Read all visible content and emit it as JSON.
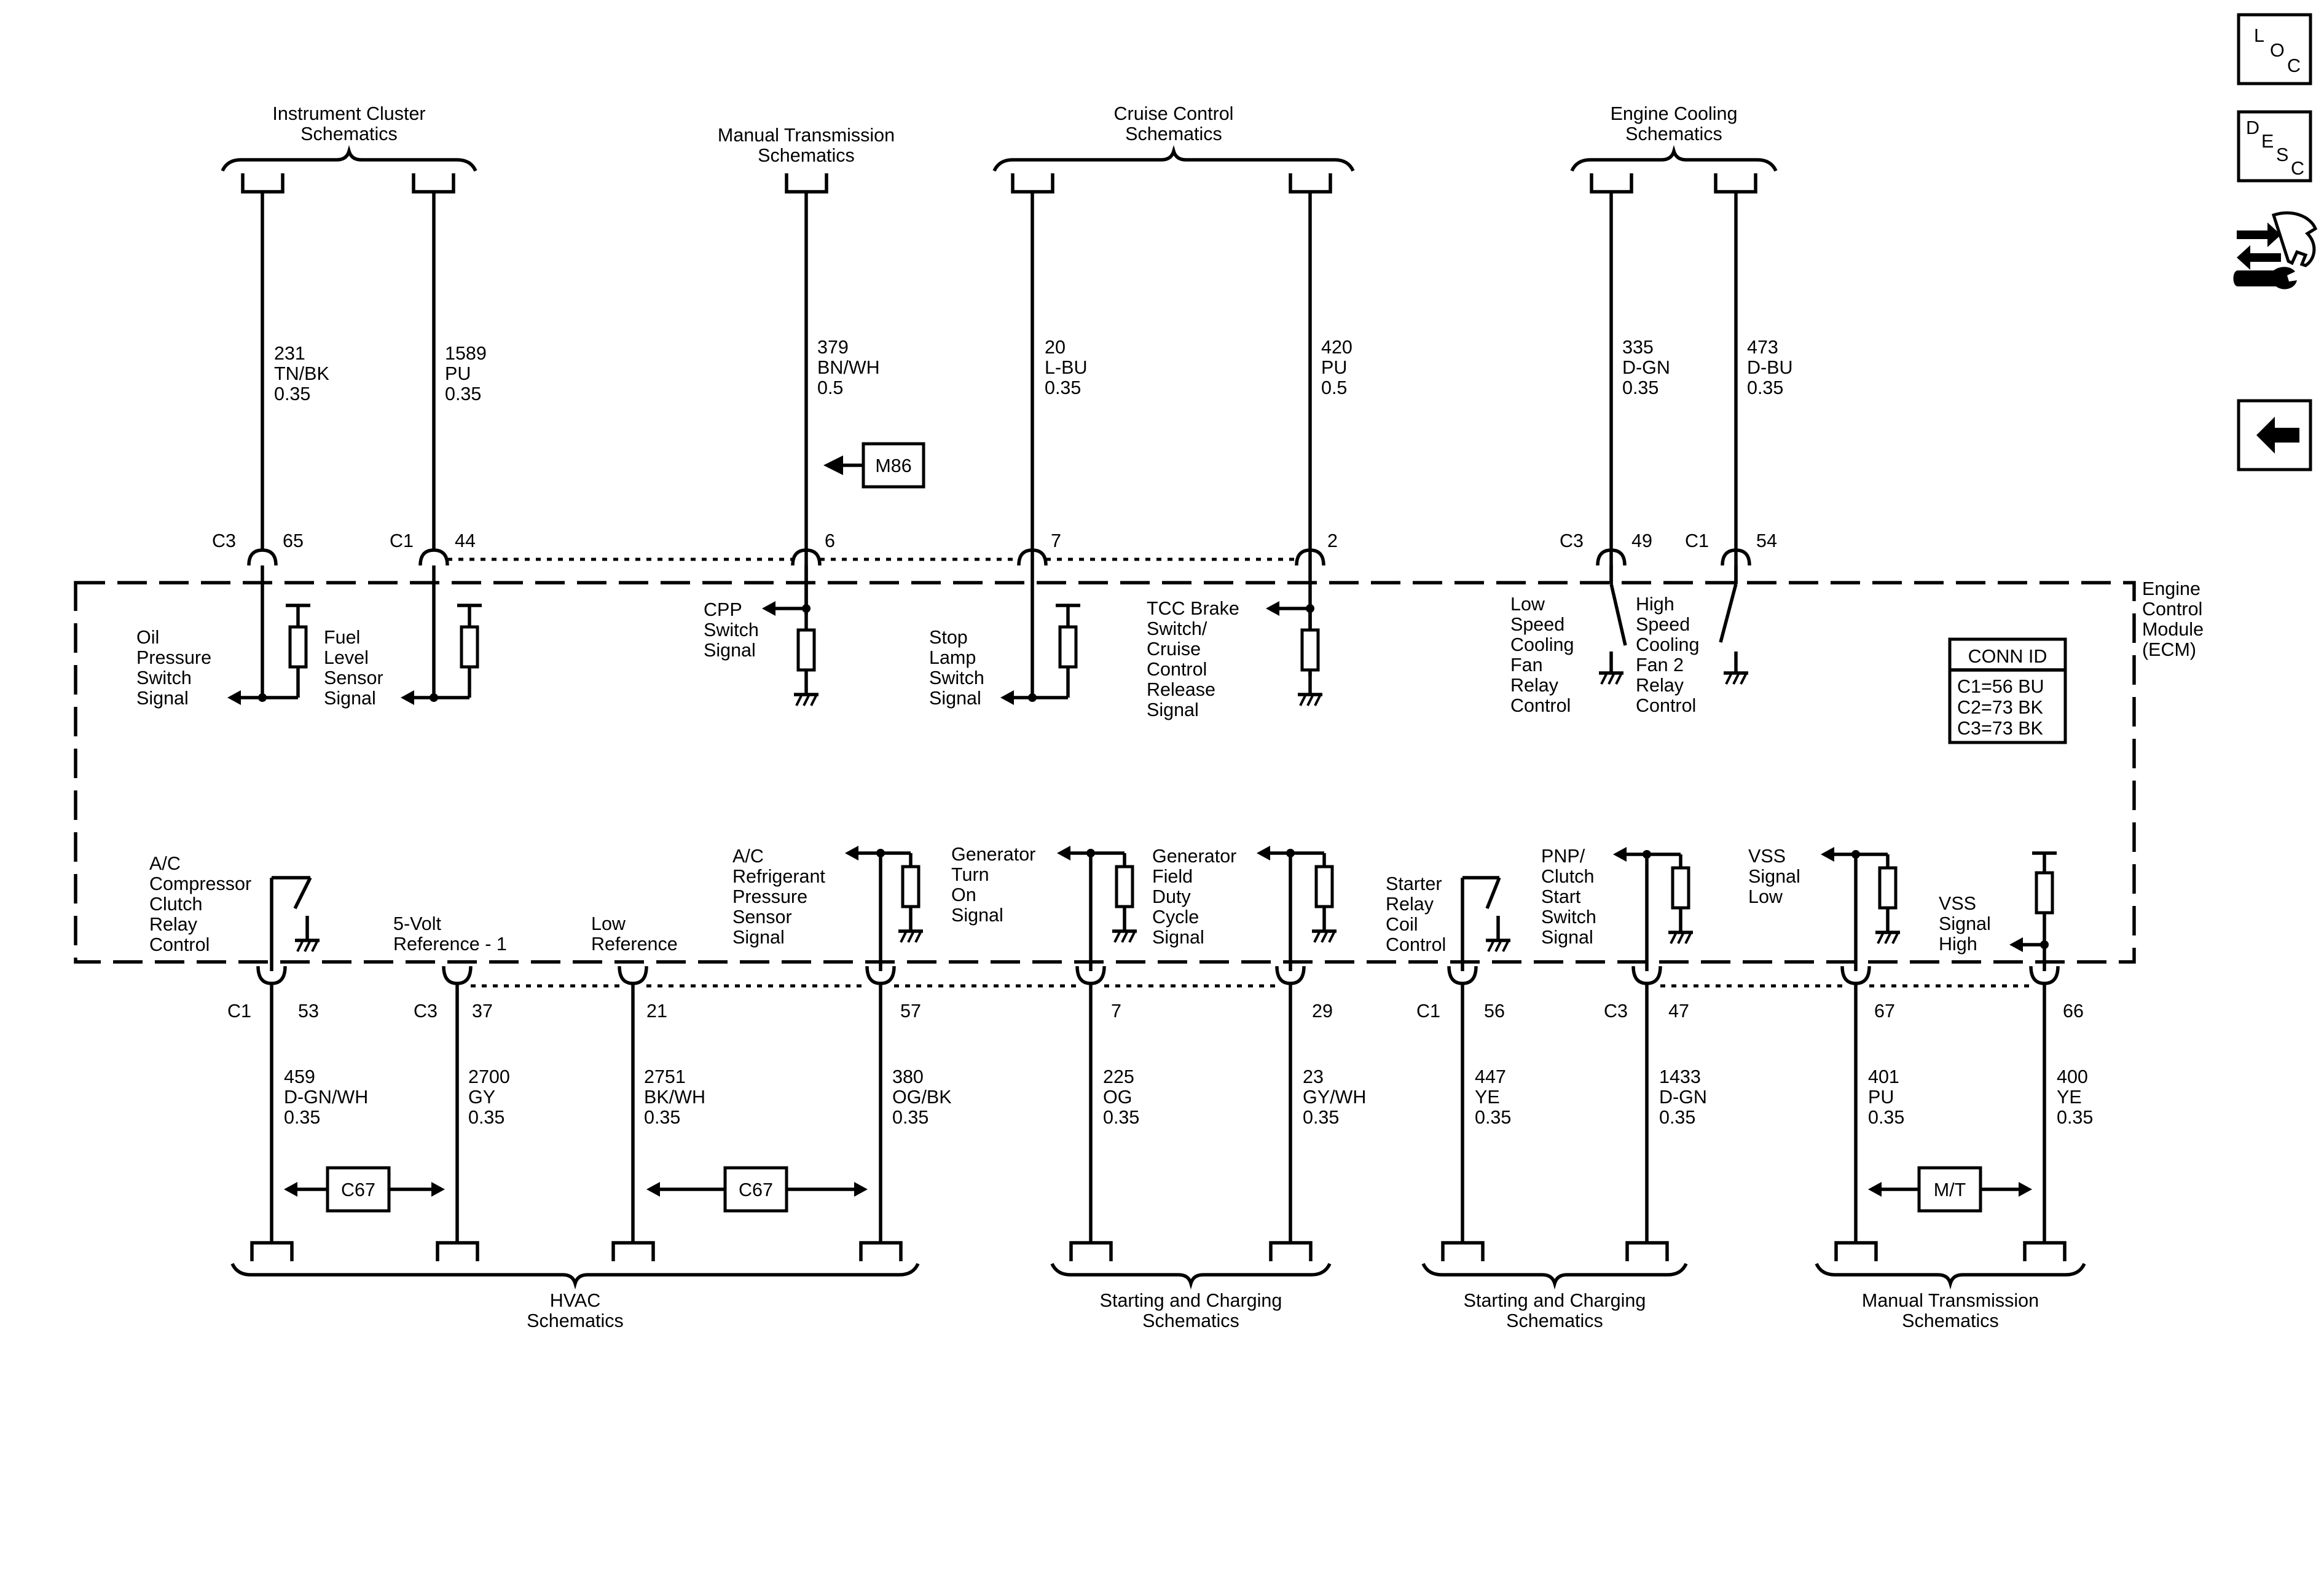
{
  "colors": {
    "ink": "#000000",
    "background": "#ffffff"
  },
  "nav": {
    "loc_label": [
      "L",
      "O",
      "C"
    ],
    "desc_label": [
      "D",
      "E",
      "S",
      "C"
    ],
    "tools_icon": "wrench-arrows-icon",
    "back_icon": "arrow-left-icon"
  },
  "ecm": {
    "label": [
      "Engine",
      "Control",
      "Module",
      "(ECM)"
    ]
  },
  "conn_id": {
    "title": "CONN ID",
    "rows": [
      "C1=56 BU",
      "C2=73 BK",
      "C3=73 BK"
    ]
  },
  "top_groups": [
    {
      "lines": [
        "Instrument Cluster",
        "Schematics"
      ]
    },
    {
      "lines": [
        "Manual Transmission",
        "Schematics"
      ]
    },
    {
      "lines": [
        "Cruise Control",
        "Schematics"
      ]
    },
    {
      "lines": [
        "Engine Cooling",
        "Schematics"
      ]
    }
  ],
  "bottom_groups": [
    {
      "lines": [
        "HVAC",
        "Schematics"
      ]
    },
    {
      "lines": [
        "Starting and Charging",
        "Schematics"
      ]
    },
    {
      "lines": [
        "Starting and Charging",
        "Schematics"
      ]
    },
    {
      "lines": [
        "Manual Transmission",
        "Schematics"
      ]
    }
  ],
  "top_wires": [
    {
      "circuit": "231",
      "color": "TN/BK",
      "gauge": "0.35",
      "connector": "C3",
      "pin": "65",
      "signal": [
        "Oil",
        "Pressure",
        "Switch",
        "Signal"
      ]
    },
    {
      "circuit": "1589",
      "color": "PU",
      "gauge": "0.35",
      "connector": "C1",
      "pin": "44",
      "signal": [
        "Fuel",
        "Level",
        "Sensor",
        "Signal"
      ]
    },
    {
      "circuit": "379",
      "color": "BN/WH",
      "gauge": "0.5",
      "connector": "",
      "pin": "6",
      "signal": [
        "CPP",
        "Switch",
        "Signal"
      ]
    },
    {
      "circuit": "20",
      "color": "L-BU",
      "gauge": "0.35",
      "connector": "",
      "pin": "7",
      "signal": [
        "Stop",
        "Lamp",
        "Switch",
        "Signal"
      ]
    },
    {
      "circuit": "420",
      "color": "PU",
      "gauge": "0.5",
      "connector": "",
      "pin": "2",
      "signal": [
        "TCC Brake",
        "Switch/",
        "Cruise",
        "Control",
        "Release",
        "Signal"
      ]
    },
    {
      "circuit": "335",
      "color": "D-GN",
      "gauge": "0.35",
      "connector": "C3",
      "pin": "49",
      "signal": [
        "Low",
        "Speed",
        "Cooling",
        "Fan",
        "Relay",
        "Control"
      ]
    },
    {
      "circuit": "473",
      "color": "D-BU",
      "gauge": "0.35",
      "connector": "C1",
      "pin": "54",
      "signal": [
        "High",
        "Speed",
        "Cooling",
        "Fan 2",
        "Relay",
        "Control"
      ]
    }
  ],
  "bottom_wires": [
    {
      "circuit": "459",
      "color": "D-GN/WH",
      "gauge": "0.35",
      "connector": "C1",
      "pin": "53",
      "signal": [
        "A/C",
        "Compressor",
        "Clutch",
        "Relay",
        "Control"
      ]
    },
    {
      "circuit": "2700",
      "color": "GY",
      "gauge": "0.35",
      "connector": "C3",
      "pin": "37",
      "signal": [
        "5-Volt",
        "Reference - 1"
      ]
    },
    {
      "circuit": "2751",
      "color": "BK/WH",
      "gauge": "0.35",
      "connector": "",
      "pin": "21",
      "signal": [
        "Low",
        "Reference"
      ]
    },
    {
      "circuit": "380",
      "color": "OG/BK",
      "gauge": "0.35",
      "connector": "",
      "pin": "57",
      "signal": [
        "A/C",
        "Refrigerant",
        "Pressure",
        "Sensor",
        "Signal"
      ]
    },
    {
      "circuit": "225",
      "color": "OG",
      "gauge": "0.35",
      "connector": "",
      "pin": "7",
      "signal": [
        "Generator",
        "Turn",
        "On",
        "Signal"
      ]
    },
    {
      "circuit": "23",
      "color": "GY/WH",
      "gauge": "0.35",
      "connector": "",
      "pin": "29",
      "signal": [
        "Generator",
        "Field",
        "Duty",
        "Cycle",
        "Signal"
      ]
    },
    {
      "circuit": "447",
      "color": "YE",
      "gauge": "0.35",
      "connector": "C1",
      "pin": "56",
      "signal": [
        "Starter",
        "Relay",
        "Coil",
        "Control"
      ]
    },
    {
      "circuit": "1433",
      "color": "D-GN",
      "gauge": "0.35",
      "connector": "C3",
      "pin": "47",
      "signal": [
        "PNP/",
        "Clutch",
        "Start",
        "Switch",
        "Signal"
      ]
    },
    {
      "circuit": "401",
      "color": "PU",
      "gauge": "0.35",
      "connector": "",
      "pin": "67",
      "signal": [
        "VSS",
        "Signal",
        "Low"
      ]
    },
    {
      "circuit": "400",
      "color": "YE",
      "gauge": "0.35",
      "connector": "",
      "pin": "66",
      "signal": [
        "VSS",
        "Signal",
        "High"
      ]
    }
  ],
  "options": {
    "m86": "M86",
    "c67_a": "C67",
    "c67_b": "C67",
    "mt": "M/T"
  }
}
